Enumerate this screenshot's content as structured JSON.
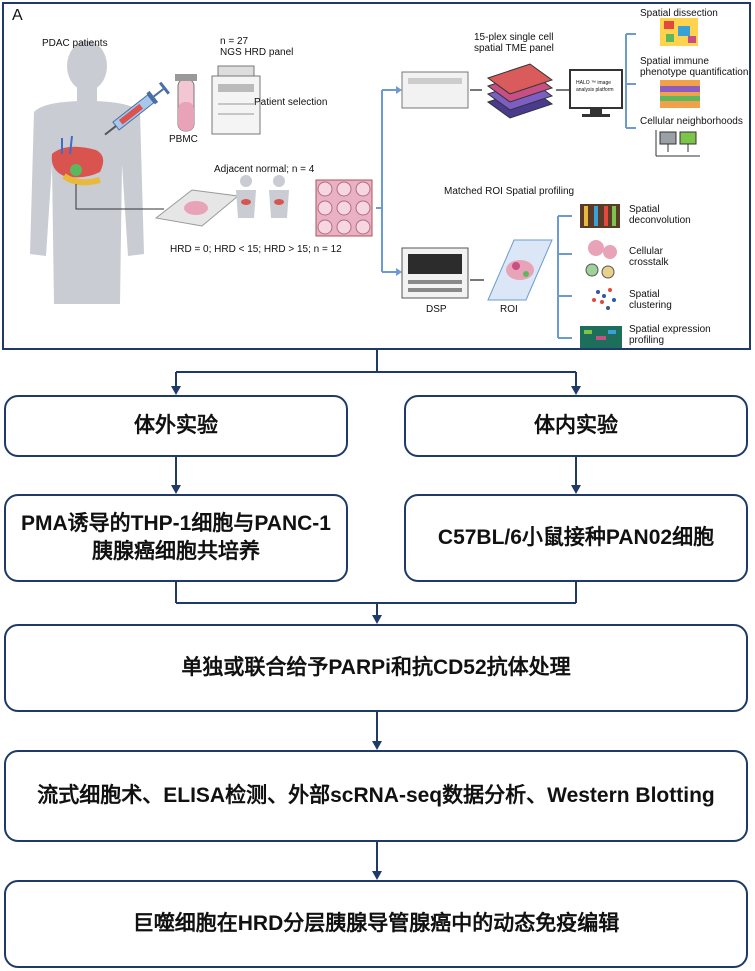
{
  "panel": {
    "letter": "A",
    "labels": {
      "pdac": "PDAC patients",
      "pbmc": "PBMC",
      "n27": "n = 27",
      "ngs": "NGS HRD panel",
      "selection": "Patient selection",
      "adjacent": "Adjacent normal; n = 4",
      "hrd": "HRD = 0; HRD < 15; HRD > 15;  n = 12",
      "plex1": "15-plex single cell",
      "plex2": "spatial TME panel",
      "halo1": "HALO ™ image",
      "halo2": "analysis platform",
      "spatial_dissection": "Spatial dissection",
      "immune1": "Spatial immune",
      "immune2": "phenotype quantification",
      "neighborhoods": "Cellular neighborhoods",
      "matched": "Matched ROI Spatial profiling",
      "dsp": "DSP",
      "roi": "ROI",
      "deconv1": "Spatial",
      "deconv2": "deconvolution",
      "crosstalk1": "Cellular",
      "crosstalk2": "crosstalk",
      "clustering1": "Spatial",
      "clustering2": "clustering",
      "expression1": "Spatial expression",
      "expression2": "profiling"
    }
  },
  "flow": {
    "invitro": "体外实验",
    "invivo": "体内实验",
    "invitro_detail": "PMA诱导的THP-1细胞与PANC-1胰腺癌细胞共培养",
    "invivo_detail": "C57BL/6小鼠接种PAN02细胞",
    "treatment": "单独或联合给予PARPi和抗CD52抗体处理",
    "assays": "流式细胞术、ELISA检测、外部scRNA-seq数据分析、Western Blotting",
    "conclusion": "巨噬细胞在HRD分层胰腺导管腺癌中的动态免疫编辑"
  },
  "colors": {
    "border": "#1f3a68",
    "arrow": "#1f3a68",
    "connector": "#6b9bd1",
    "pink": "#e9a3b8",
    "body": "#c9ccd3"
  }
}
